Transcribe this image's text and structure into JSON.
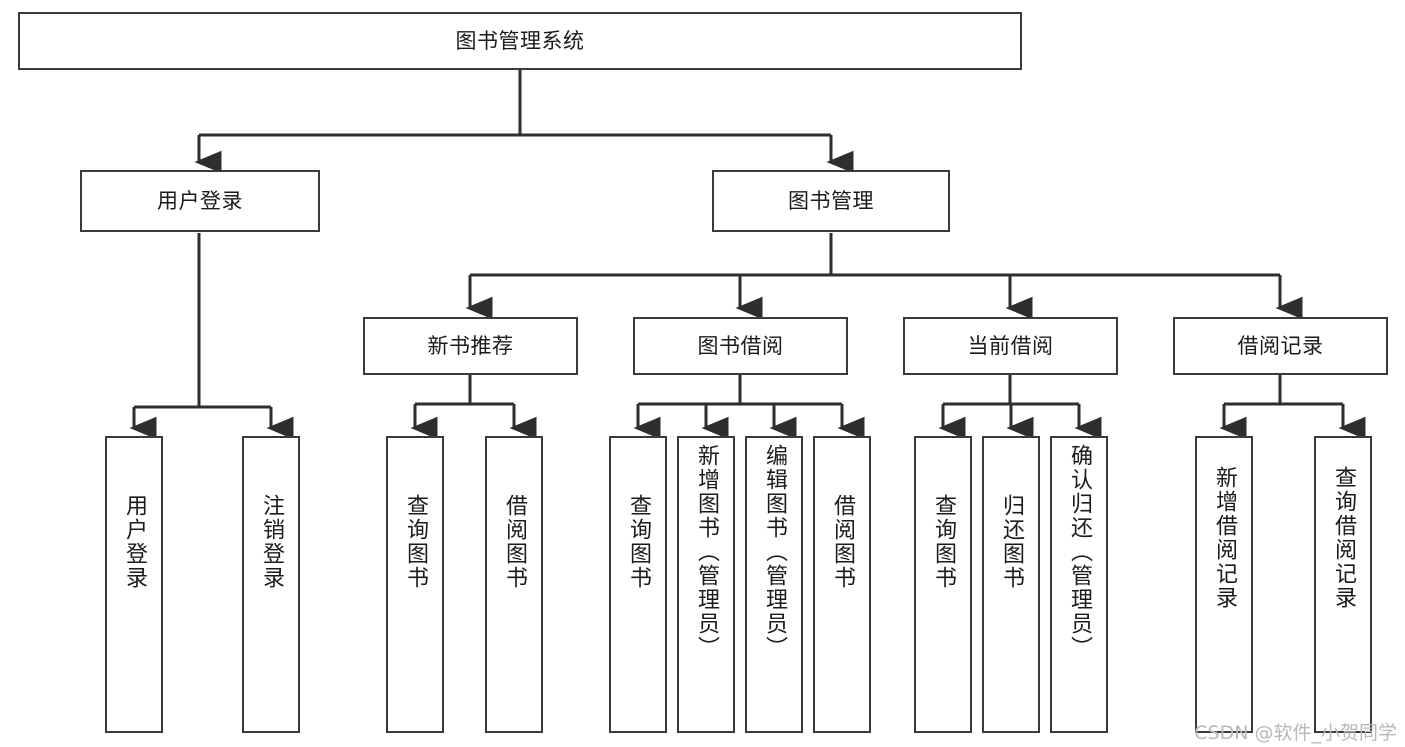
{
  "diagram": {
    "title": "图书管理系统",
    "type": "tree",
    "root": {
      "label": "图书管理系统"
    },
    "level1": [
      {
        "label": "用户登录"
      },
      {
        "label": "图书管理"
      }
    ],
    "level2": [
      {
        "label": "新书推荐"
      },
      {
        "label": "图书借阅"
      },
      {
        "label": "当前借阅"
      },
      {
        "label": "借阅记录"
      }
    ],
    "leaves": {
      "user_login": [
        {
          "label": "用户登录"
        },
        {
          "label": "注销登录"
        }
      ],
      "new_book_recommend": [
        {
          "label": "查询图书"
        },
        {
          "label": "借阅图书"
        }
      ],
      "book_borrow": [
        {
          "label": "查询图书"
        },
        {
          "label": "新增图书（管理员）"
        },
        {
          "label": "编辑图书（管理员）"
        },
        {
          "label": "借阅图书"
        }
      ],
      "current_borrow": [
        {
          "label": "查询图书"
        },
        {
          "label": "归还图书"
        },
        {
          "label": "确认归还（管理员）"
        }
      ],
      "borrow_record": [
        {
          "label": "新增借阅记录"
        },
        {
          "label": "查询借阅记录"
        }
      ]
    }
  },
  "watermark": {
    "text": "CSDN @软件_小贺同学"
  },
  "colors": {
    "box_border": "#3a3a3a",
    "box_fill": "#ffffff",
    "connector": "#2e2e2e",
    "text": "#1b1b1b",
    "watermark": "#b9b9b9",
    "background": "#ffffff"
  }
}
